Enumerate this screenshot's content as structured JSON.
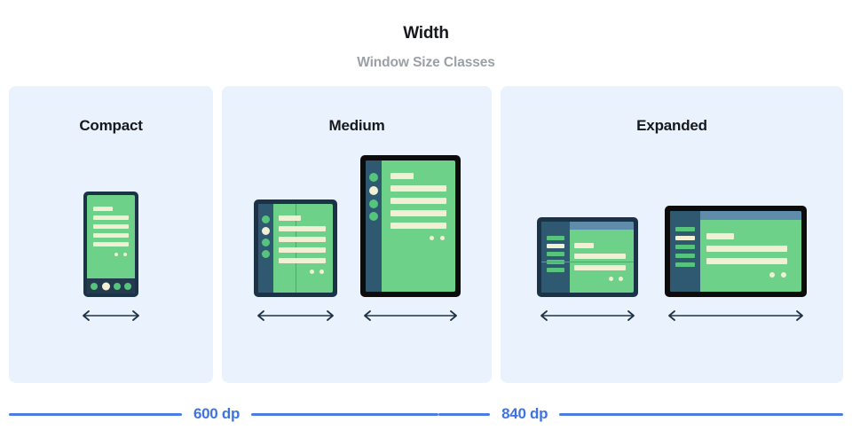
{
  "header": {
    "title": "Width",
    "subtitle": "Window Size Classes"
  },
  "colors": {
    "panel_background": "#eaf2fd",
    "page_background": "#ffffff",
    "screen_green": "#6ed189",
    "content_cream": "#f2f0d4",
    "frame_navy": "#1c3246",
    "frame_black": "#0c0c0c",
    "rail_blue": "#2e5970",
    "topbar_blue": "#5f8cab",
    "accent_blue": "#3f74e0",
    "title_text": "#16181c",
    "subtitle_text": "#9aa0a6"
  },
  "panels": [
    {
      "label": "Compact",
      "devices": [
        {
          "name": "phone-portrait",
          "frame": "navy",
          "orientation": "portrait",
          "nav": "bottom-bar"
        }
      ]
    },
    {
      "label": "Medium",
      "devices": [
        {
          "name": "foldable-portrait",
          "frame": "navy",
          "orientation": "portrait",
          "nav": "side-rail-dots",
          "crease": "vertical"
        },
        {
          "name": "tablet-portrait",
          "frame": "black",
          "orientation": "portrait",
          "nav": "side-rail-dots"
        }
      ]
    },
    {
      "label": "Expanded",
      "devices": [
        {
          "name": "foldable-landscape",
          "frame": "navy",
          "orientation": "landscape",
          "nav": "side-rail-bars",
          "crease": "horizontal"
        },
        {
          "name": "tablet-landscape",
          "frame": "black",
          "orientation": "landscape",
          "nav": "side-rail-bars"
        }
      ]
    }
  ],
  "scale": {
    "breakpoints": [
      {
        "label": "600 dp",
        "value": 600,
        "unit": "dp"
      },
      {
        "label": "840 dp",
        "value": 840,
        "unit": "dp"
      }
    ]
  },
  "icons": {
    "width-arrow": "double-headed-horizontal-arrow"
  }
}
